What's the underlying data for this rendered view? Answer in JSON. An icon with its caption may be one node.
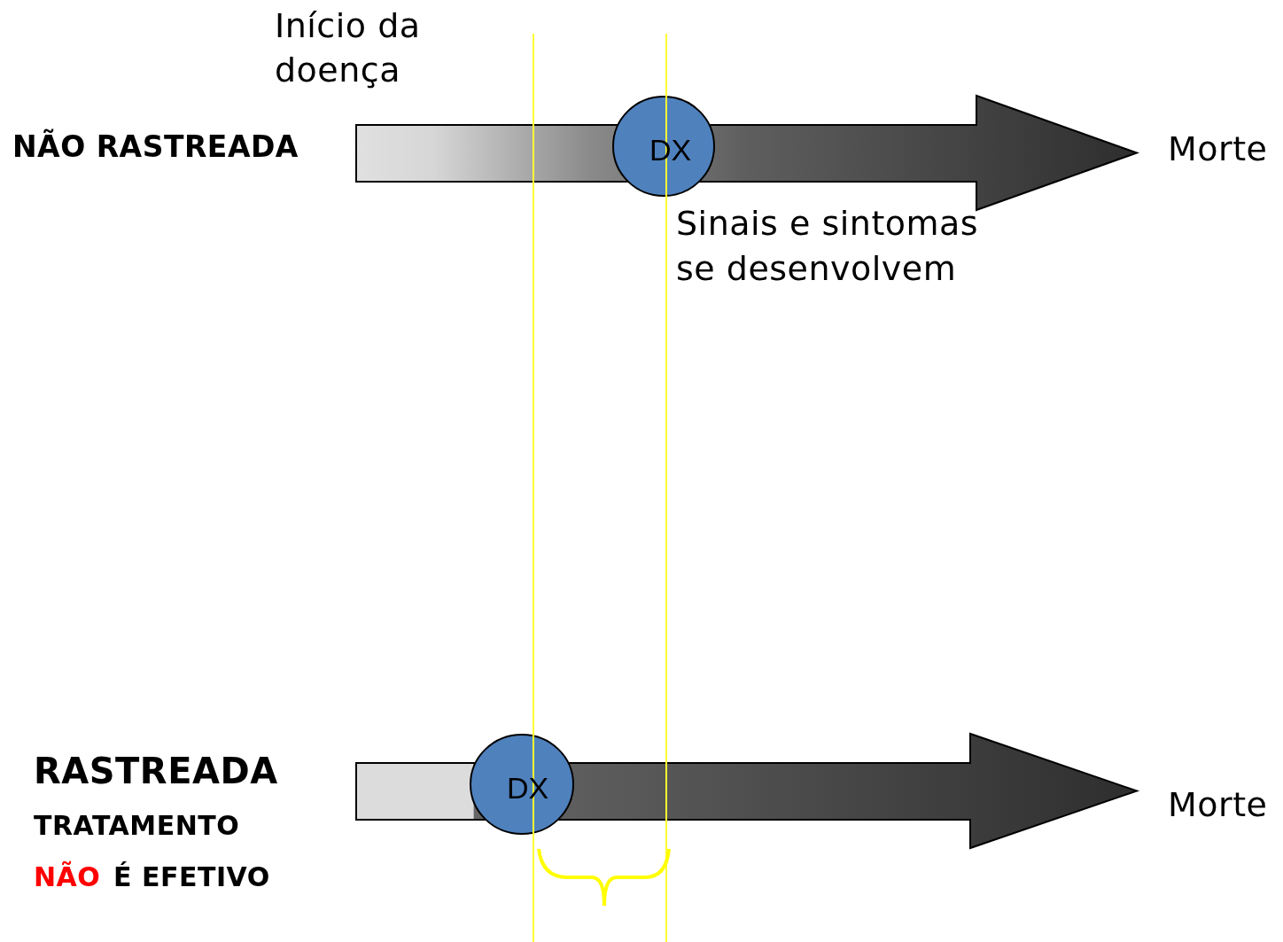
{
  "diagram": {
    "nodes": [
      {
        "text": [],
        "shape": "arrow"
      },
      {
        "text": [
          "DX"
        ],
        "in": 0
      },
      {
        "text": [],
        "shape": "arrow"
      },
      {
        "text": [
          "DX"
        ],
        "in": 2
      }
    ],
    "labels": [
      "Início da doença",
      "NÃO RASTREADA",
      "Morte",
      "Sinais e sintomas se desenvolvem",
      "RASTREADA",
      "TRATAMENTO",
      "NÃO",
      "É EFETIVO",
      "Morte"
    ]
  }
}
